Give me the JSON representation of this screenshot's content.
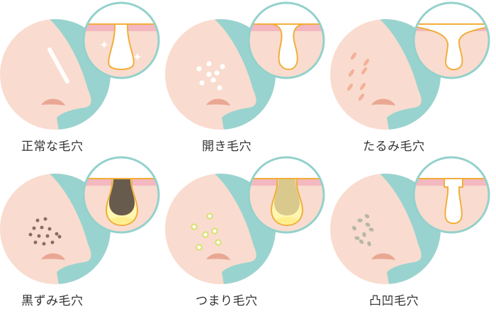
{
  "colors": {
    "skin": "#f9dccf",
    "shadow": "#99d3cf",
    "nostril": "#e9a793",
    "pink_layer": "#f4b8c0",
    "outline": "#f1ae3a",
    "circle_border": "#93d1cc",
    "background": "#ffffff",
    "label_text": "#333333"
  },
  "panels": [
    {
      "label": "正常な毛穴",
      "condition": "normal",
      "face_marks": "highlight-streak",
      "pore": {
        "shape": "narrow",
        "fill": "white",
        "sparkles": true
      }
    },
    {
      "label": "開き毛穴",
      "condition": "open",
      "face_marks": "white-dots",
      "pore": {
        "shape": "wide-opening",
        "fill": "white",
        "sparkles": false
      }
    },
    {
      "label": "たるみ毛穴",
      "condition": "sagging",
      "face_marks": "pink-teardrops",
      "pore": {
        "shape": "elongated-slope",
        "fill": "white",
        "sparkles": false
      }
    },
    {
      "label": "黒ずみ毛穴",
      "condition": "blackhead",
      "face_marks": "brown-dots",
      "pore": {
        "shape": "filled",
        "fill": "dark-sebum",
        "sparkles": false
      }
    },
    {
      "label": "つまり毛穴",
      "condition": "clogged",
      "face_marks": "yellow-ring-dots",
      "pore": {
        "shape": "filled",
        "fill": "light-sebum",
        "sparkles": false
      }
    },
    {
      "label": "凸凹毛穴",
      "condition": "uneven",
      "face_marks": "gray-speckles",
      "pore": {
        "shape": "notched",
        "fill": "white",
        "sparkles": false
      }
    }
  ]
}
